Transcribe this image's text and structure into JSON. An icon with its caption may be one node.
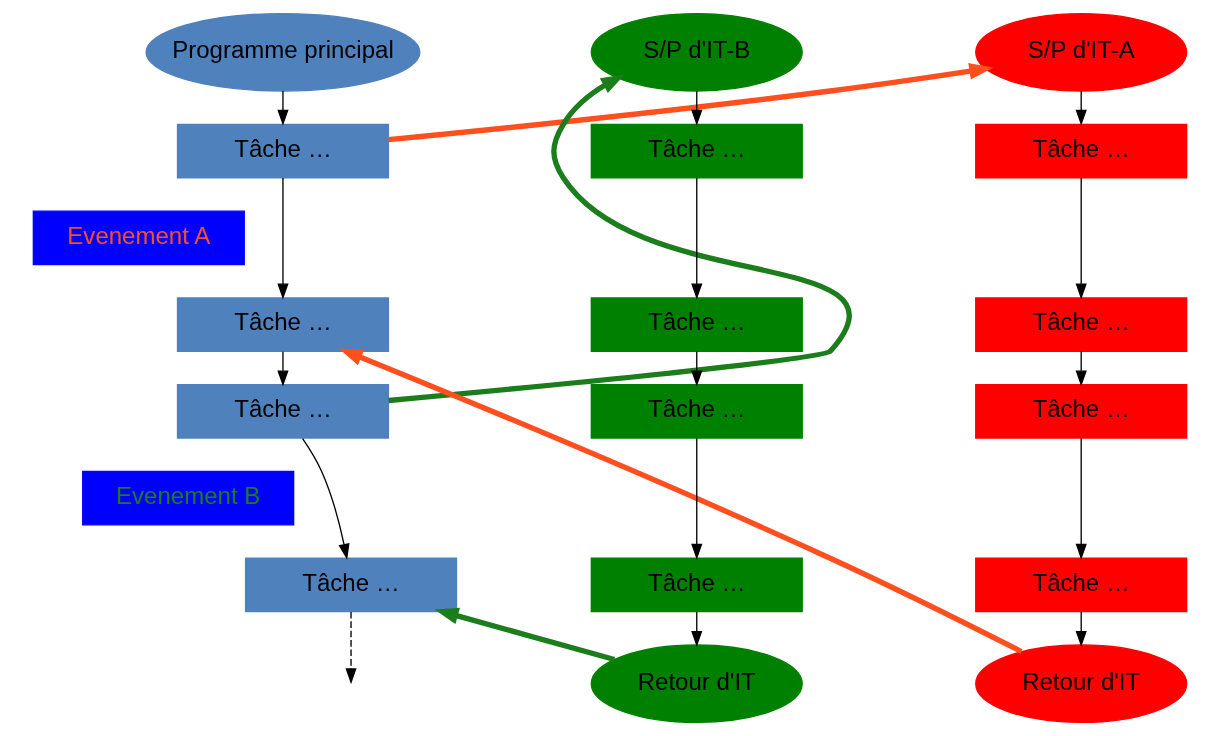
{
  "diagram": {
    "nodes": [
      {
        "text": [
          "Programme principal"
        ]
      },
      {
        "text": [
          "Tâche …"
        ]
      },
      {
        "text": [
          "Tâche …"
        ]
      },
      {
        "text": [
          "Tâche …"
        ]
      },
      {
        "text": [
          "Tâche …"
        ]
      },
      {
        "text": [
          "S/P d'IT-A"
        ]
      },
      {
        "text": [
          "Tâche …"
        ]
      },
      {
        "text": [
          "Tâche …"
        ]
      },
      {
        "text": [
          "Tâche …"
        ]
      },
      {
        "text": [
          "Tâche …"
        ]
      },
      {
        "text": [
          "Retour d'IT"
        ]
      },
      {
        "text": [
          "S/P d'IT-B"
        ]
      },
      {
        "text": [
          "Tâche …"
        ]
      },
      {
        "text": [
          "Tâche …"
        ]
      },
      {
        "text": [
          "Tâche …"
        ]
      },
      {
        "text": [
          "Tâche …"
        ]
      },
      {
        "text": [
          "Retour d'IT"
        ]
      },
      {
        "text": [
          "Evenement A"
        ]
      },
      {
        "text": [
          "Evenement B"
        ]
      }
    ],
    "edges": [
      {
        "from": 0,
        "to": 1,
        "arrow": "to"
      },
      {
        "from": 1,
        "to": 2,
        "arrow": "to"
      },
      {
        "from": 2,
        "to": 3,
        "arrow": "to"
      },
      {
        "from": 3,
        "to": 4,
        "arrow": "to"
      },
      {
        "from": 4,
        "to": null,
        "arrow": "to",
        "style": "dashed"
      },
      {
        "from": 5,
        "to": 6,
        "arrow": "to"
      },
      {
        "from": 6,
        "to": 7,
        "arrow": "to"
      },
      {
        "from": 7,
        "to": 8,
        "arrow": "to"
      },
      {
        "from": 8,
        "to": 9,
        "arrow": "to"
      },
      {
        "from": 9,
        "to": 10,
        "arrow": "to"
      },
      {
        "from": 11,
        "to": 12,
        "arrow": "to"
      },
      {
        "from": 12,
        "to": 13,
        "arrow": "to"
      },
      {
        "from": 13,
        "to": 14,
        "arrow": "to"
      },
      {
        "from": 14,
        "to": 15,
        "arrow": "to"
      },
      {
        "from": 15,
        "to": 16,
        "arrow": "to"
      },
      {
        "from": 1,
        "to": 5,
        "arrow": "to",
        "style": "thick",
        "color": "#ff4f1f"
      },
      {
        "from": 10,
        "to": 2,
        "arrow": "to",
        "style": "thick",
        "color": "#ff4f1f"
      },
      {
        "from": 3,
        "to": 11,
        "arrow": "to",
        "style": "thick",
        "color": "#1b7d1b"
      },
      {
        "from": 16,
        "to": 4,
        "arrow": "to",
        "style": "thick",
        "color": "#1b7d1b"
      }
    ]
  }
}
